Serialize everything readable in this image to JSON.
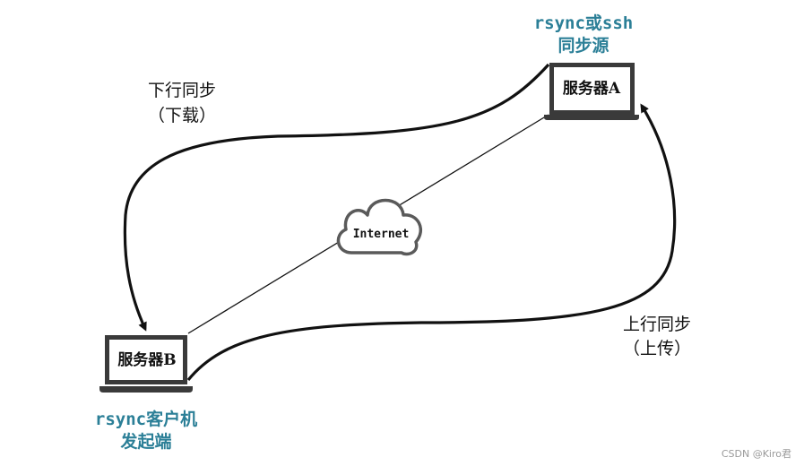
{
  "colors": {
    "accent_teal": "#2b7f97",
    "ink": "#111111",
    "frame": "#3a3a3a",
    "cloud_stroke": "#5a5a5a",
    "watermark": "#9a9a9a"
  },
  "server_a": {
    "label": "服务器A",
    "caption_line1": "rsync或ssh",
    "caption_line2": "同步源"
  },
  "server_b": {
    "label": "服务器B",
    "caption_line1": "rsync客户机",
    "caption_line2": "发起端"
  },
  "cloud": {
    "label": "Internet"
  },
  "downstream": {
    "line1": "下行同步",
    "line2": "（下载）"
  },
  "upstream": {
    "line1": "上行同步",
    "line2": "（上传）"
  },
  "watermark": "CSDN @Kiro君"
}
